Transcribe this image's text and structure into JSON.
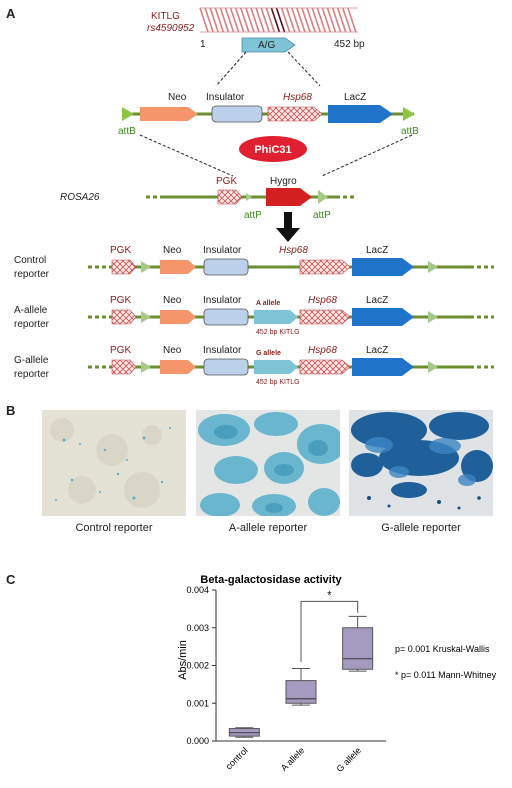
{
  "panelA": {
    "letter": "A",
    "snp": {
      "gene": "KITLG",
      "rsid": "rs4590952",
      "start": "1",
      "end": "452 bp",
      "allele": "A/G"
    },
    "targeting": {
      "neo": "Neo",
      "insulator": "Insulator",
      "hsp68": "Hsp68",
      "lacz": "LacZ",
      "attB_left": "attB",
      "attB_right": "attB"
    },
    "recombinase": "PhiC31",
    "locus": {
      "name": "ROSA26",
      "pgk": "PGK",
      "hygro": "Hygro",
      "attP_left": "attP",
      "attP_right": "attP"
    },
    "reporters": [
      {
        "line1": "Control",
        "line2": "reporter",
        "pgk": "PGK",
        "neo": "Neo",
        "insulator": "Insulator",
        "hsp68": "Hsp68",
        "lacz": "LacZ",
        "insert": false,
        "insert_label": "",
        "insert_sub": ""
      },
      {
        "line1": "A-allele",
        "line2": "reporter",
        "pgk": "PGK",
        "neo": "Neo",
        "insulator": "Insulator",
        "hsp68": "Hsp68",
        "lacz": "LacZ",
        "insert": true,
        "insert_label": "A allele",
        "insert_sub": "452 bp KITLG"
      },
      {
        "line1": "G-allele",
        "line2": "reporter",
        "pgk": "PGK",
        "neo": "Neo",
        "insulator": "Insulator",
        "hsp68": "Hsp68",
        "lacz": "LacZ",
        "insert": true,
        "insert_label": "G allele",
        "insert_sub": "452 bp KITLG"
      }
    ]
  },
  "panelB": {
    "letter": "B",
    "captions": [
      "Control reporter",
      "A-allele reporter",
      "G-allele reporter"
    ]
  },
  "panelC": {
    "letter": "C",
    "stats": {
      "kruskal": "p= 0.001 Kruskal-Wallis",
      "mann": "* p= 0.011 Mann-Whitney",
      "sig_mark": "*"
    }
  },
  "colors": {
    "backbone": "#6b8e2e",
    "neo": "#f4956a",
    "insulator": "#bcd0ea",
    "hsp68": "#e0b8b8",
    "lacz": "#1f73c8",
    "hygro": "#d42020",
    "att": "#a6c98a",
    "attB": "#8cc63f",
    "insert": "#7fc4d6",
    "phic31": "#e02030",
    "box": "#a59bc0"
  },
  "chart_data": {
    "type": "box",
    "title": "Beta-galactosidase activity",
    "xlabel": "",
    "ylabel": "Abs/min",
    "categories": [
      "control",
      "A allele",
      "G allele"
    ],
    "ylim": [
      0,
      0.004
    ],
    "yticks": [
      "0.000",
      "0.001",
      "0.002",
      "0.003",
      "0.004"
    ],
    "boxes": [
      {
        "min": 0.0001,
        "q1": 0.00013,
        "median": 0.00022,
        "q3": 0.00033,
        "max": 0.00035
      },
      {
        "min": 0.00095,
        "q1": 0.001,
        "median": 0.00112,
        "q3": 0.0016,
        "max": 0.00192
      },
      {
        "min": 0.00185,
        "q1": 0.0019,
        "median": 0.00218,
        "q3": 0.003,
        "max": 0.0033
      }
    ],
    "grid": false
  }
}
